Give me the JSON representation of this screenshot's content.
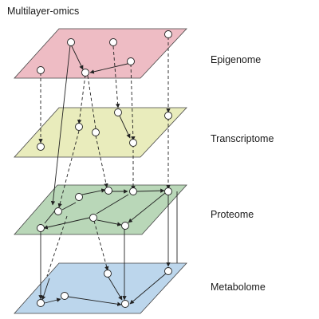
{
  "title": "Multilayer-omics",
  "layers": {
    "epigenome": {
      "label": "Epigenome",
      "color": "#eebcc4"
    },
    "transcriptome": {
      "label": "Transcriptome",
      "color": "#e9ecbc"
    },
    "proteome": {
      "label": "Proteome",
      "color": "#b9d7b8"
    },
    "metabolome": {
      "label": "Metabolome",
      "color": "#bcd6ec"
    }
  }
}
